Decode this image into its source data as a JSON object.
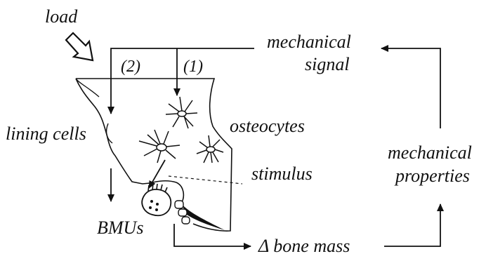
{
  "labels": {
    "load": "load",
    "mechanical_signal_line1": "mechanical",
    "mechanical_signal_line2": "signal",
    "path2": "(2)",
    "path1": "(1)",
    "osteocytes": "osteocytes",
    "lining_cells": "lining cells",
    "mechanical_properties_line1": "mechanical",
    "mechanical_properties_line2": "properties",
    "stimulus": "stimulus",
    "bmus": "BMUs",
    "delta_bone_mass": "Δ bone mass"
  },
  "colors": {
    "ink": "#111111",
    "background": "#ffffff"
  }
}
